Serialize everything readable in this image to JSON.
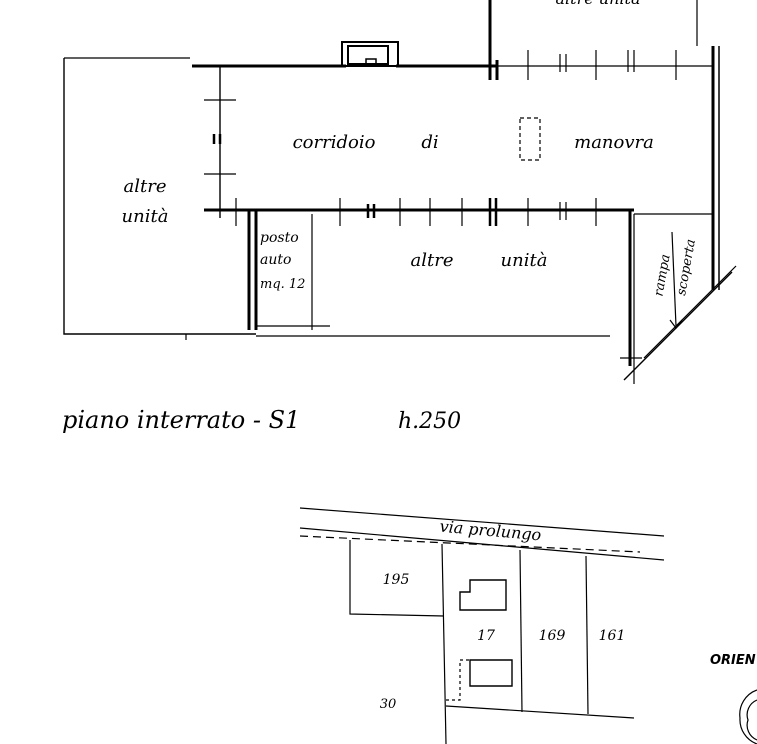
{
  "floor_plan": {
    "labels": {
      "top_other_units": "altre unità",
      "corridor": "corridoio",
      "corridor_of": "di",
      "corridor_maneuver": "manovra",
      "left_other": "altre",
      "left_units": "unità",
      "parking_line1": "posto",
      "parking_line2": "auto",
      "parking_line3": "mq. 12",
      "bottom_other": "altre",
      "bottom_units": "unità",
      "ramp_line1": "rampa",
      "ramp_line2": "scoperta"
    },
    "title": "piano interrato - S1",
    "height": "h.250"
  },
  "site_map": {
    "street": "via prolungo",
    "parcels": [
      "195",
      "17",
      "169",
      "161",
      "30"
    ],
    "orientation": "ORIEN"
  }
}
